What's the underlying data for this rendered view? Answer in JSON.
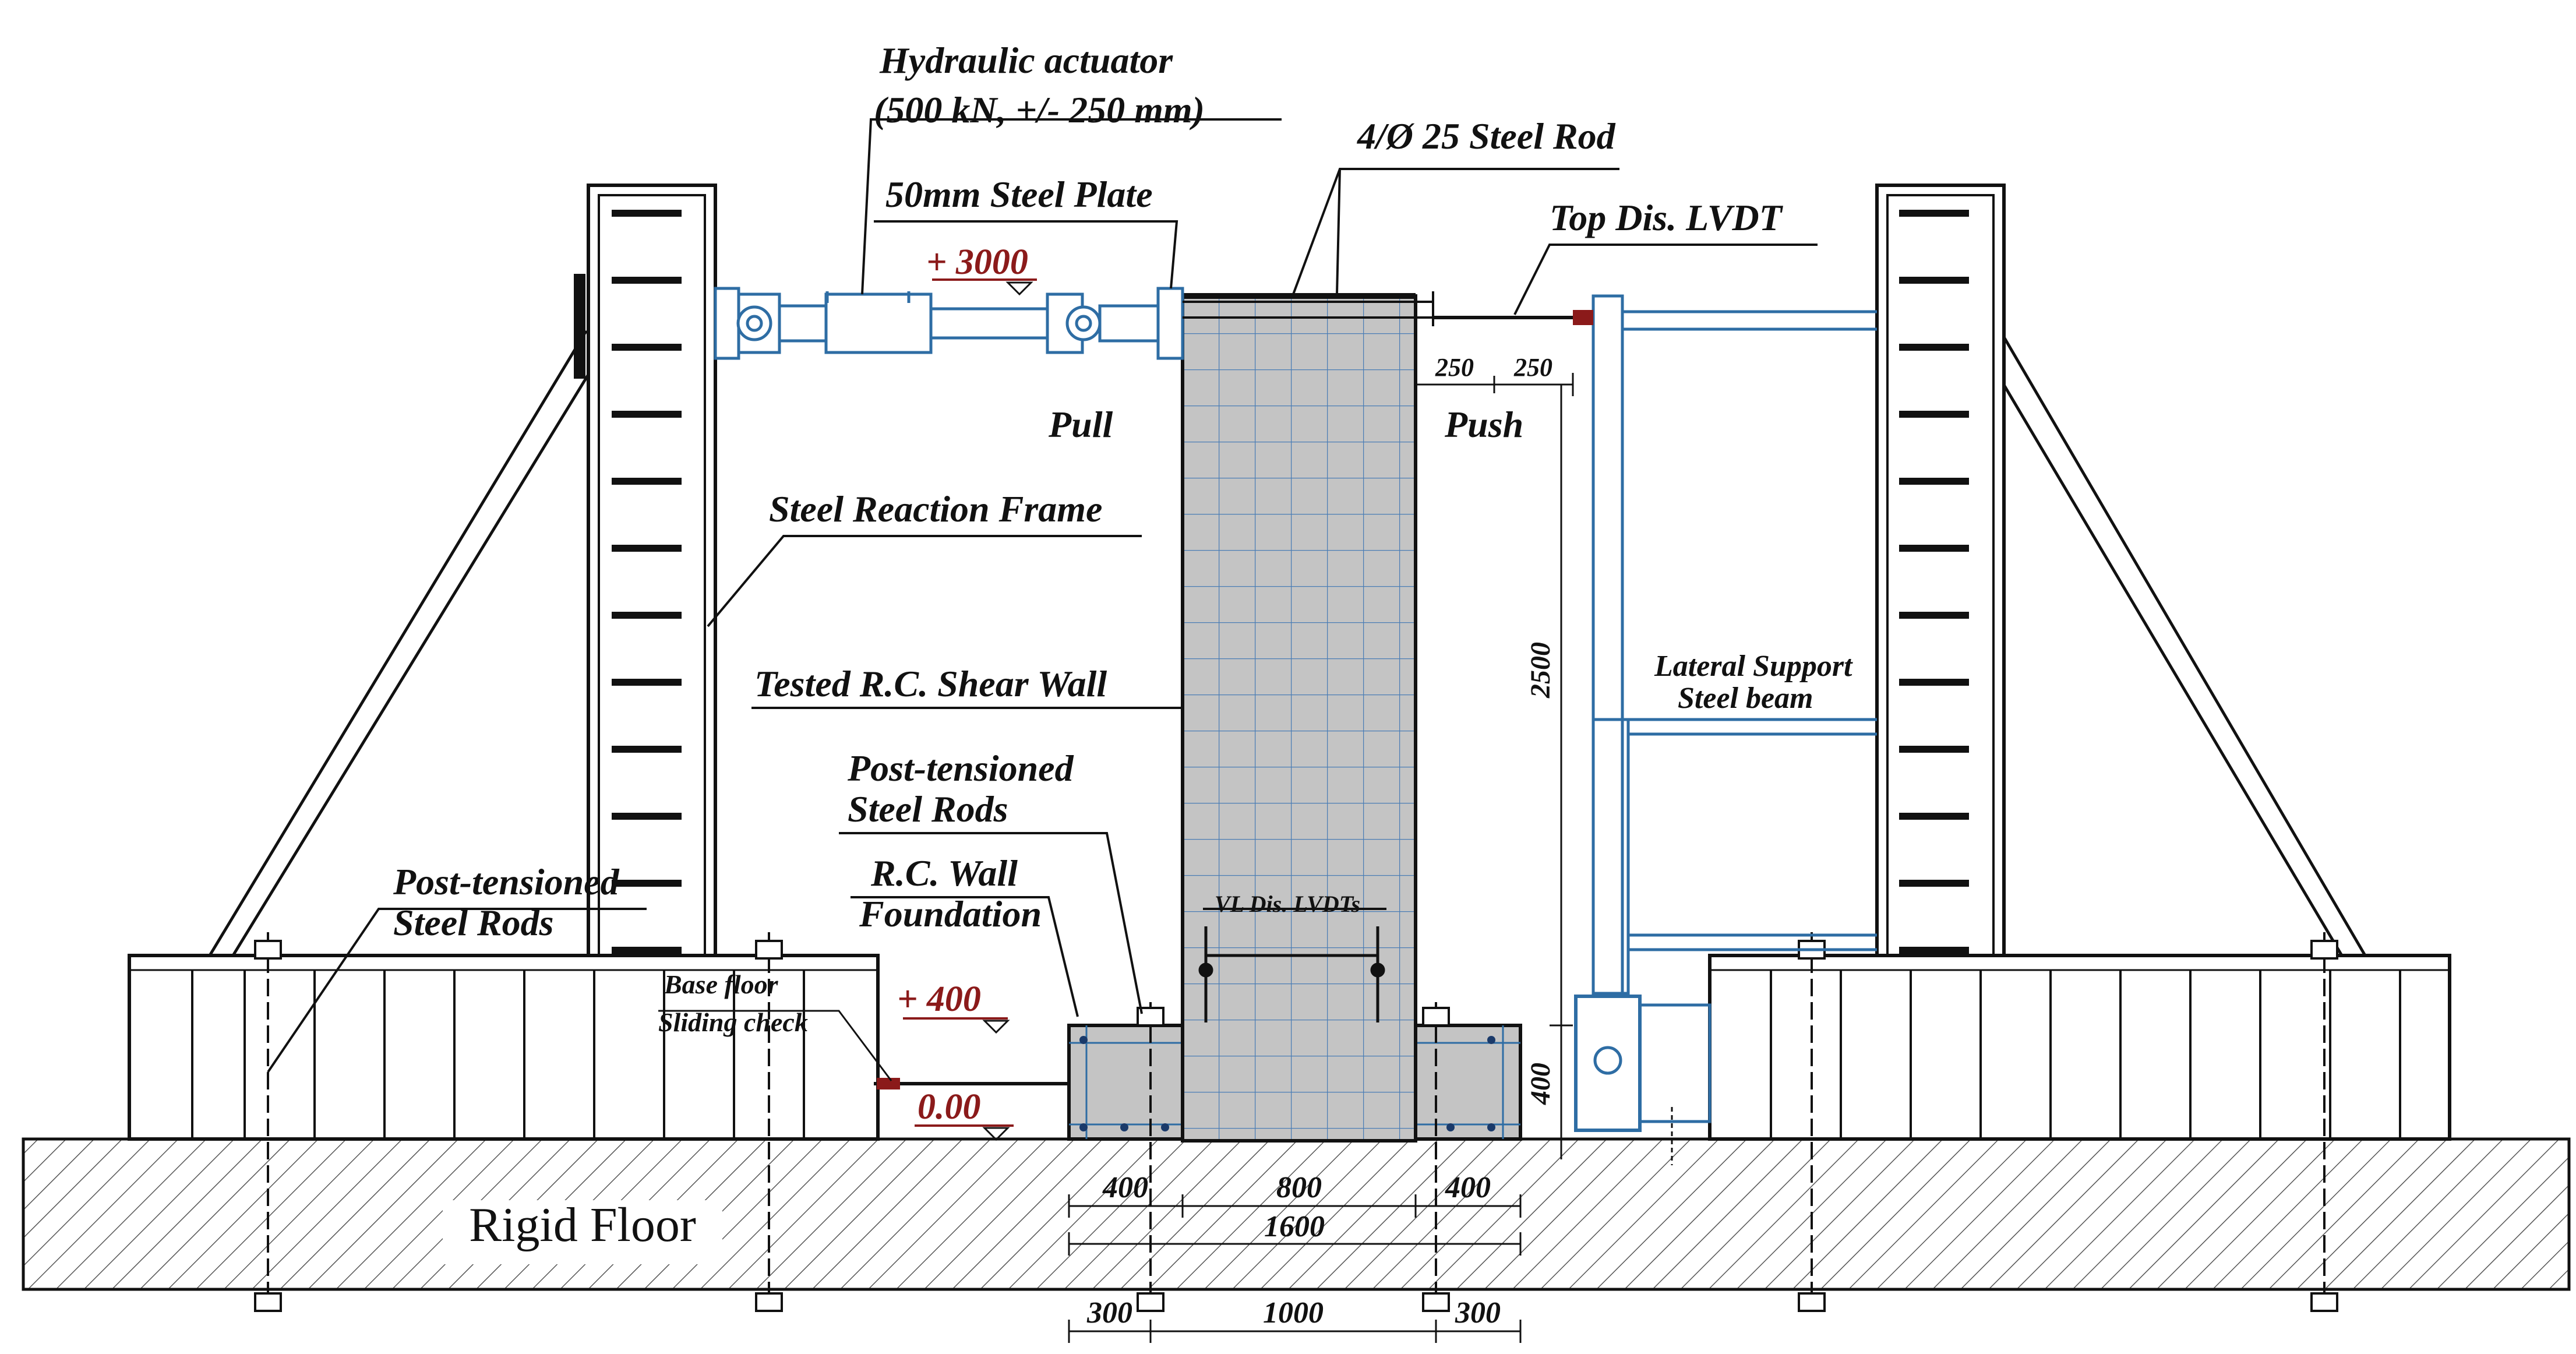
{
  "labels": {
    "actuator_line1": "Hydraulic actuator",
    "actuator_line2": "(500 kN, +/- 250 mm)",
    "steel_rod": "4/Ø 25 Steel Rod",
    "steel_plate": "50mm Steel Plate",
    "top_lvdt": "Top Dis. LVDT",
    "pull": "Pull",
    "push": "Push",
    "reaction_frame": "Steel Reaction Frame",
    "shear_wall": "Tested R.C. Shear Wall",
    "lateral_support_line1": "Lateral Support",
    "lateral_support_line2": "Steel beam",
    "pt_rods_center_line1": "Post-tensioned",
    "pt_rods_center_line2": "Steel Rods",
    "foundation_line1": "R.C. Wall",
    "foundation_line2": "Foundation",
    "pt_rods_left_line1": "Post-tensioned",
    "pt_rods_left_line2": "Steel Rods",
    "vl_lvdts": "VL Dis. LVDTs",
    "sliding_line1": "Base floor",
    "sliding_line2": "Sliding check",
    "rigid_floor": "Rigid Floor"
  },
  "levels": {
    "actuator": "+ 3000",
    "foundation_top": "+ 400",
    "base": "0.00"
  },
  "dimensions": {
    "push_left": "250",
    "push_right": "250",
    "height": "2500",
    "foundation_height": "400",
    "row1_left": "400",
    "row1_mid": "800",
    "row1_right": "400",
    "row2_total": "1600",
    "row3_left": "300",
    "row3_mid": "1000",
    "row3_right": "300"
  },
  "colors": {
    "line": "#111111",
    "steel_blue": "#2e6da4",
    "level_red": "#8b1a1a",
    "concrete": "#c4c4c4"
  }
}
